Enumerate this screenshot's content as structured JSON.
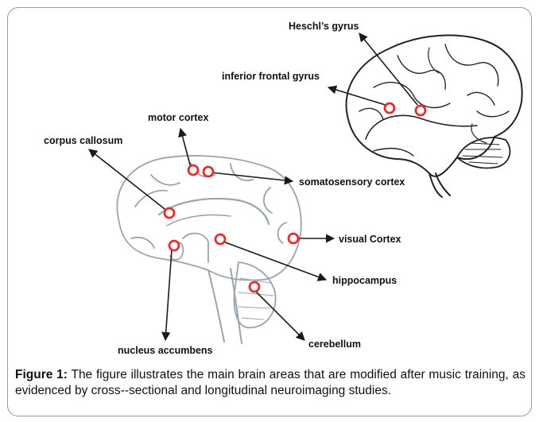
{
  "labels": {
    "heschl": "Heschl’s gyrus",
    "inferior_frontal": "inferior frontal gyrus",
    "motor_cortex": "motor cortex",
    "corpus_callosum": "corpus callosum",
    "somatosensory": "somatosensory cortex",
    "visual": "visual Cortex",
    "hippocampus": "hippocampus",
    "cerebellum": "cerebellum",
    "nucleus_accumbens": "nucleus accumbens"
  },
  "caption": {
    "label": "Figure 1:",
    "text": " The figure illustrates the main brain areas that are modified after music training, as evidenced by cross--sectional and longitudinal neuroimaging studies."
  },
  "colors": {
    "marker": "#e03131",
    "arrow": "#1a1a1a",
    "outline": "#222222",
    "sketch": "#9aa4ad"
  }
}
